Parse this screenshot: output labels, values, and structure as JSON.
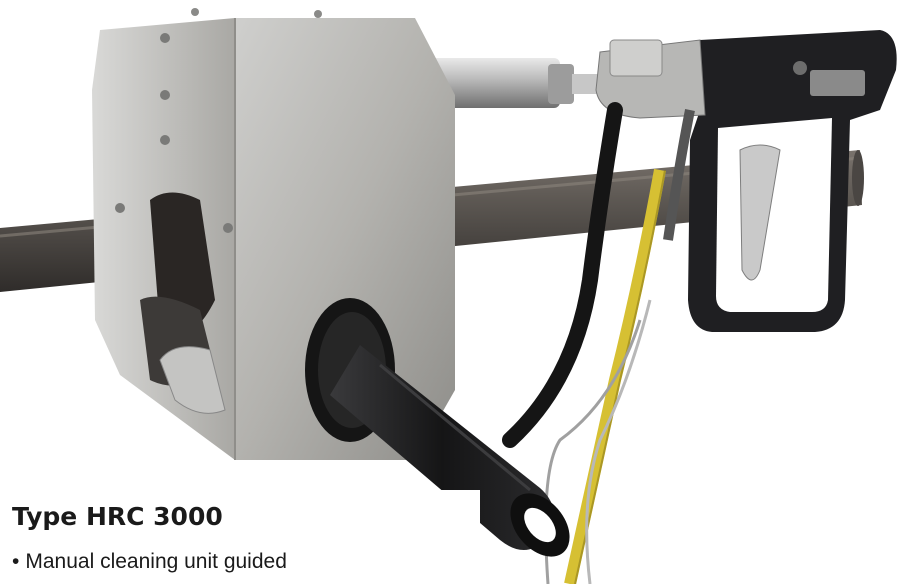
{
  "product": {
    "title": "Type HRC 3000",
    "bullets": [
      "Manual cleaning unit guided"
    ]
  },
  "photo": {
    "subject": "handheld pipe cleaning unit with grip handle and trigger gun",
    "icons": [
      "bullet-dot-icon"
    ],
    "colors": {
      "background": "#ffffff",
      "steel": "#b9b8b4",
      "pipe": "#5b5652",
      "grip": "#1b1b1d",
      "hose_yellow": "#d8c236"
    }
  }
}
